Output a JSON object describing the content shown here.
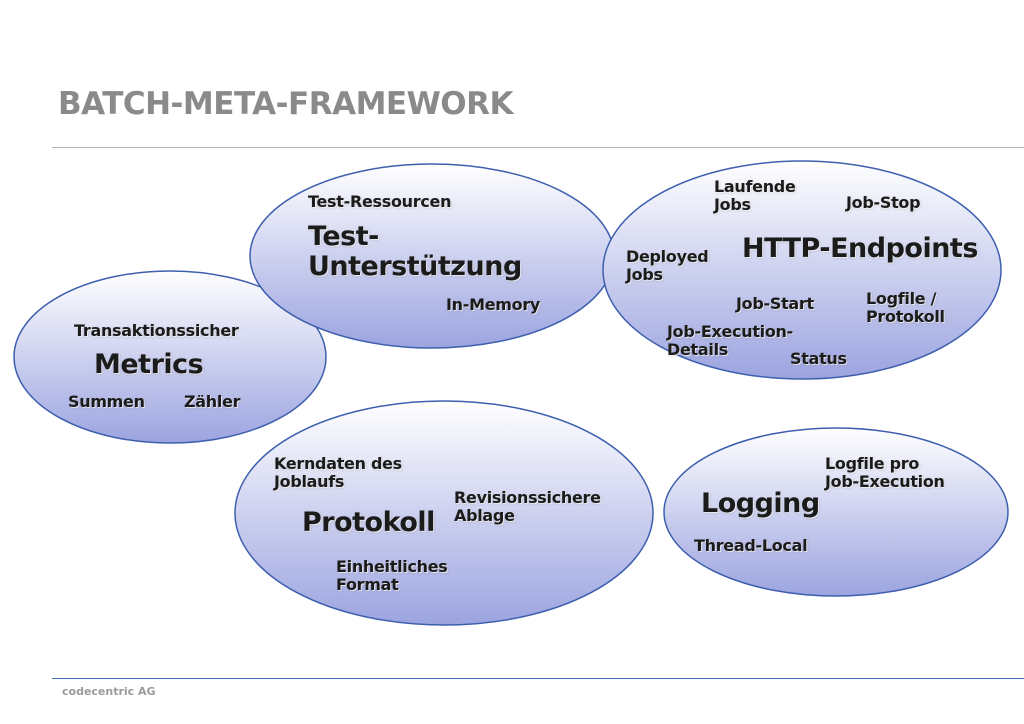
{
  "slide": {
    "title": "BATCH-META-FRAMEWORK",
    "footer": "codecentric AG"
  },
  "colors": {
    "bubble_fill_top": "#ffffff",
    "bubble_fill_bottom": "#9ca4e0",
    "bubble_stroke": "#3d5fae",
    "title": "#8a8a8a",
    "footer_rule": "#3a6fb0"
  },
  "bubbles": {
    "metrics": {
      "heading": "Metrics",
      "terms": [
        "Transaktionssicher",
        "Summen",
        "Zähler"
      ]
    },
    "test": {
      "heading": "Test-\nUnterstützung",
      "terms": [
        "Test-Ressourcen",
        "In-Memory"
      ]
    },
    "http": {
      "heading": "HTTP-Endpoints",
      "terms": [
        "Laufende\nJobs",
        "Job-Stop",
        "Deployed\nJobs",
        "Job-Start",
        "Logfile /\nProtokoll",
        "Job-Execution-\nDetails",
        "Status"
      ]
    },
    "protokoll": {
      "heading": "Protokoll",
      "terms": [
        "Kerndaten des\nJoblaufs",
        "Revisionssichere\nAblage",
        "Einheitliches\nFormat"
      ]
    },
    "logging": {
      "heading": "Logging",
      "terms": [
        "Logfile pro\nJob-Execution",
        "Thread-Local"
      ]
    }
  }
}
